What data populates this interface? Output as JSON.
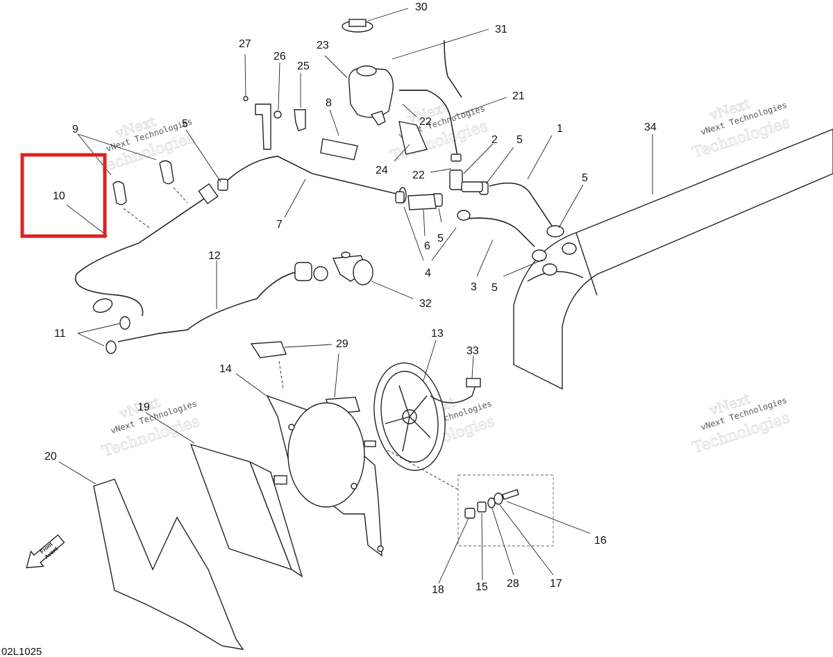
{
  "diagram": {
    "drawing_code": "02L1025",
    "callouts": [
      {
        "id": "c30",
        "label": "30"
      },
      {
        "id": "c31",
        "label": "31"
      },
      {
        "id": "c27",
        "label": "27"
      },
      {
        "id": "c26",
        "label": "26"
      },
      {
        "id": "c25",
        "label": "25"
      },
      {
        "id": "c23",
        "label": "23"
      },
      {
        "id": "c21",
        "label": "21"
      },
      {
        "id": "c8",
        "label": "8"
      },
      {
        "id": "c22a",
        "label": "22"
      },
      {
        "id": "c22b",
        "label": "22"
      },
      {
        "id": "c24",
        "label": "24"
      },
      {
        "id": "c2",
        "label": "2"
      },
      {
        "id": "c5a",
        "label": "5"
      },
      {
        "id": "c5b",
        "label": "5"
      },
      {
        "id": "c5c",
        "label": "5"
      },
      {
        "id": "c5d",
        "label": "5"
      },
      {
        "id": "c5e",
        "label": "5"
      },
      {
        "id": "c1",
        "label": "1"
      },
      {
        "id": "c34",
        "label": "34"
      },
      {
        "id": "c9",
        "label": "9"
      },
      {
        "id": "c10",
        "label": "10"
      },
      {
        "id": "c7",
        "label": "7"
      },
      {
        "id": "c6",
        "label": "6"
      },
      {
        "id": "c4",
        "label": "4"
      },
      {
        "id": "c3",
        "label": "3"
      },
      {
        "id": "c12",
        "label": "12"
      },
      {
        "id": "c32",
        "label": "32"
      },
      {
        "id": "c11",
        "label": "11"
      },
      {
        "id": "c29",
        "label": "29"
      },
      {
        "id": "c13",
        "label": "13"
      },
      {
        "id": "c33",
        "label": "33"
      },
      {
        "id": "c14",
        "label": "14"
      },
      {
        "id": "c19",
        "label": "19"
      },
      {
        "id": "c20",
        "label": "20"
      },
      {
        "id": "c16",
        "label": "16"
      },
      {
        "id": "c18",
        "label": "18"
      },
      {
        "id": "c15",
        "label": "15"
      },
      {
        "id": "c28",
        "label": "28"
      },
      {
        "id": "c17",
        "label": "17"
      }
    ],
    "front_arrow": {
      "line1": "Front",
      "line2": "Avant"
    },
    "watermark": {
      "line1": "vNext",
      "line2": "vNext Technologies",
      "line3": "Technologies"
    },
    "highlight": {
      "part": "10",
      "color": "#e02020"
    }
  }
}
